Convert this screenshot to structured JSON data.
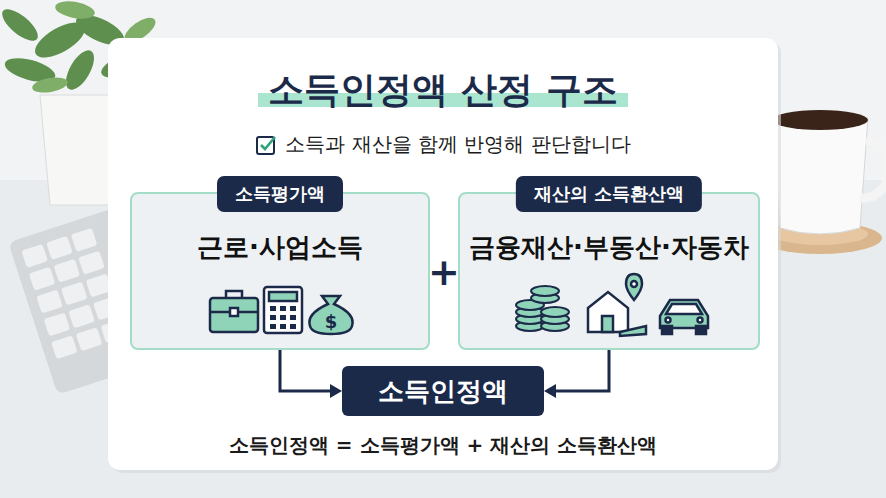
{
  "diagram": {
    "title": "소득인정액 산정 구조",
    "caption": "소득인정액 = 소득평가액 + 재산의 소득환산액",
    "nodes": [
      {
        "text": [
          "소득평가액",
          "근로·사업소득"
        ]
      },
      {
        "text": [
          "재산의 소득환산액",
          "금융재산·부동산·자동차"
        ]
      },
      {
        "text": [
          "소득인정액"
        ]
      }
    ],
    "edges": [
      {
        "from": 0,
        "to": 2,
        "arrow": "to"
      },
      {
        "from": 1,
        "to": 2,
        "arrow": "to"
      }
    ],
    "labels": [
      "소득과 재산을 함께 반영해 판단합니다",
      "+"
    ]
  }
}
